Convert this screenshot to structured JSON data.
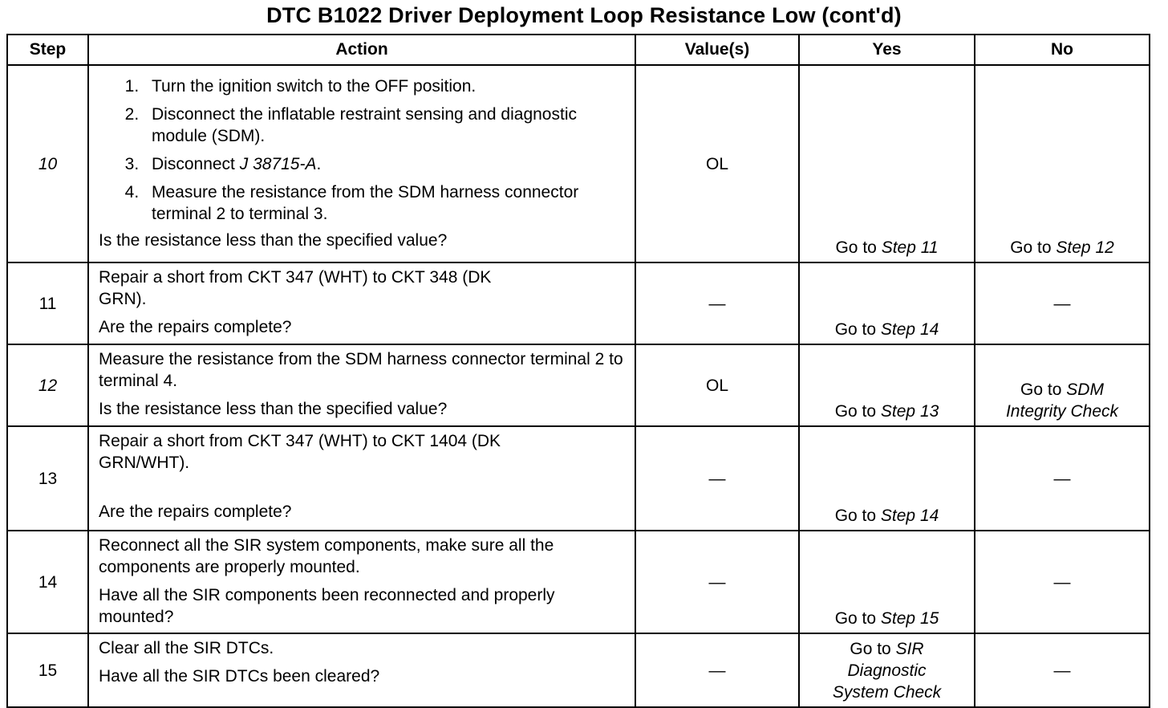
{
  "title": "DTC B1022 Driver Deployment Loop Resistance Low  (cont'd)",
  "headers": {
    "step": "Step",
    "action": "Action",
    "values": "Value(s)",
    "yes": "Yes",
    "no": "No"
  },
  "rows": [
    {
      "step": "10",
      "action_steps": [
        "Turn the ignition switch to the OFF position.",
        "Disconnect the inflatable restraint sensing and diagnostic module (SDM).",
        "Disconnect",
        "Measure the resistance from the SDM harness connector terminal 2 to terminal 3."
      ],
      "action_step3_tool": "J 38715-A",
      "action_step3_end": ".",
      "question": "Is the resistance less than the specified value?",
      "value": "OL",
      "yes_prefix": "Go to",
      "yes_target": "Step 11",
      "no_prefix": "Go to",
      "no_target": "Step 12"
    },
    {
      "step": "11",
      "action": "Repair a short from CKT 347 (WHT) to CKT 348 (DK GRN).",
      "question": "Are the repairs complete?",
      "value": "—",
      "yes_prefix": "Go to",
      "yes_target": "Step 14",
      "no": "—"
    },
    {
      "step": "12",
      "action": "Measure the resistance from the SDM harness connector terminal 2 to terminal 4.",
      "question": "Is the resistance less than the specified value?",
      "value": "OL",
      "yes_prefix": "Go to",
      "yes_target": "Step 13",
      "no_prefix": "Go to",
      "no_target_line1": "SDM",
      "no_target_line2": "Integrity Check"
    },
    {
      "step": "13",
      "action": "Repair a short from CKT 347 (WHT) to CKT 1404 (DK GRN/WHT).",
      "question": "Are the repairs complete?",
      "value": "—",
      "yes_prefix": "Go to",
      "yes_target": "Step 14",
      "no": "—"
    },
    {
      "step": "14",
      "action": "Reconnect all the SIR system components, make sure all the components are properly mounted.",
      "question": "Have all the SIR components been reconnected and properly mounted?",
      "value": "—",
      "yes_prefix": "Go to",
      "yes_target": "Step 15",
      "no": "—"
    },
    {
      "step": "15",
      "action": "Clear all the SIR DTCs.",
      "question": "Have all the SIR DTCs been cleared?",
      "value": "—",
      "yes_prefix": "Go to",
      "yes_target_line1": "SIR",
      "yes_target_line2": "Diagnostic",
      "yes_target_line3": "System Check",
      "no": "—"
    }
  ]
}
